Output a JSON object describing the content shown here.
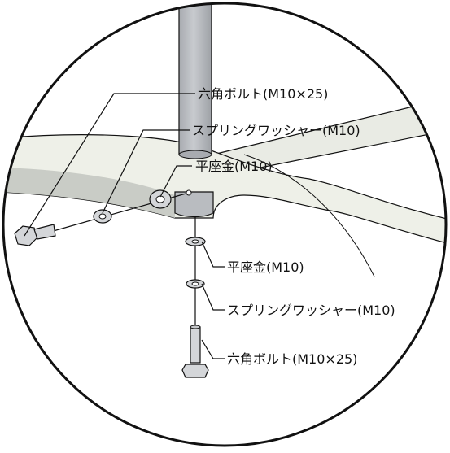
{
  "labels": {
    "upper_hex_bolt": "六角ボルト(M10×25)",
    "upper_spring_washer": "スプリングワッシャー(M10)",
    "upper_flat_washer": "平座金(M10)",
    "lower_flat_washer": "平座金(M10)",
    "lower_spring_washer": "スプリングワッシャー(M10)",
    "lower_hex_bolt": "六角ボルト(M10×25)"
  },
  "colors": {
    "outline": "#111111",
    "pole_fill": "#b9bcc0",
    "bracket_fill": "#eef0e8",
    "bracket_shadow": "#c9ccc6",
    "hardware_fill": "#d4d6d9",
    "leader": "#111111"
  }
}
